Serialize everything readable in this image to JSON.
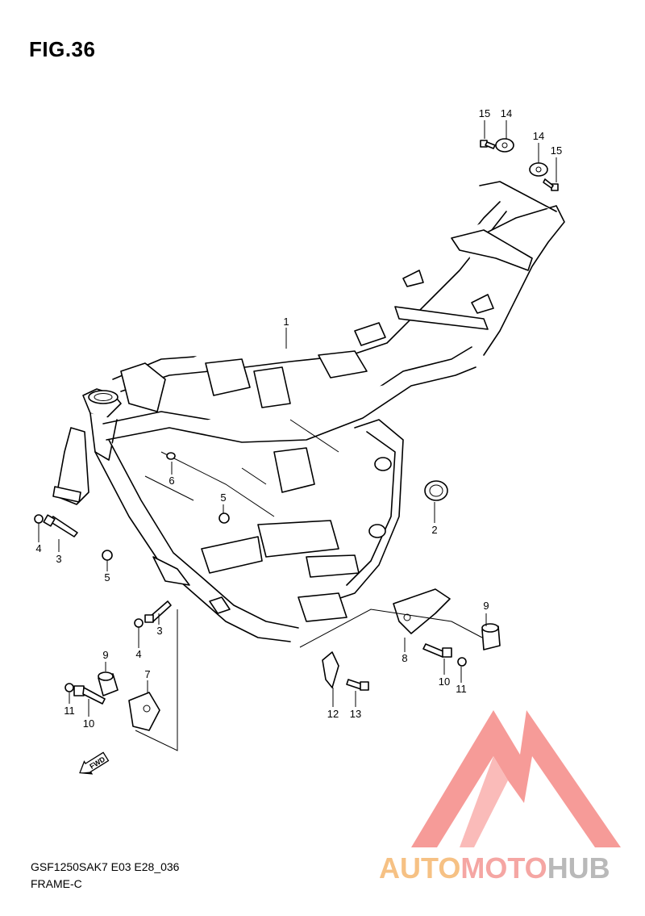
{
  "figure": {
    "title": "FIG.36"
  },
  "callouts": [
    {
      "id": "c1",
      "label": "1"
    },
    {
      "id": "c2",
      "label": "2"
    },
    {
      "id": "c3a",
      "label": "3"
    },
    {
      "id": "c3b",
      "label": "3"
    },
    {
      "id": "c4a",
      "label": "4"
    },
    {
      "id": "c4b",
      "label": "4"
    },
    {
      "id": "c5a",
      "label": "5"
    },
    {
      "id": "c5b",
      "label": "5"
    },
    {
      "id": "c6",
      "label": "6"
    },
    {
      "id": "c7",
      "label": "7"
    },
    {
      "id": "c8",
      "label": "8"
    },
    {
      "id": "c9a",
      "label": "9"
    },
    {
      "id": "c9b",
      "label": "9"
    },
    {
      "id": "c10a",
      "label": "10"
    },
    {
      "id": "c10b",
      "label": "10"
    },
    {
      "id": "c11a",
      "label": "11"
    },
    {
      "id": "c11b",
      "label": "11"
    },
    {
      "id": "c12",
      "label": "12"
    },
    {
      "id": "c13",
      "label": "13"
    },
    {
      "id": "c14a",
      "label": "14"
    },
    {
      "id": "c14b",
      "label": "14"
    },
    {
      "id": "c15a",
      "label": "15"
    },
    {
      "id": "c15b",
      "label": "15"
    }
  ],
  "fwd_arrow": {
    "label": "FWD"
  },
  "footer": {
    "model_code": "GSF1250SAK7 E03 E28_036",
    "section_name": "FRAME-C"
  },
  "watermark": {
    "part1": "AUTO",
    "part2": "MOTO",
    "part3": "HUB",
    "colors": {
      "auto": "#f6c184",
      "moto": "#f5a6a3",
      "hub": "#b9b9b9",
      "triangle": "#f58a86"
    }
  }
}
